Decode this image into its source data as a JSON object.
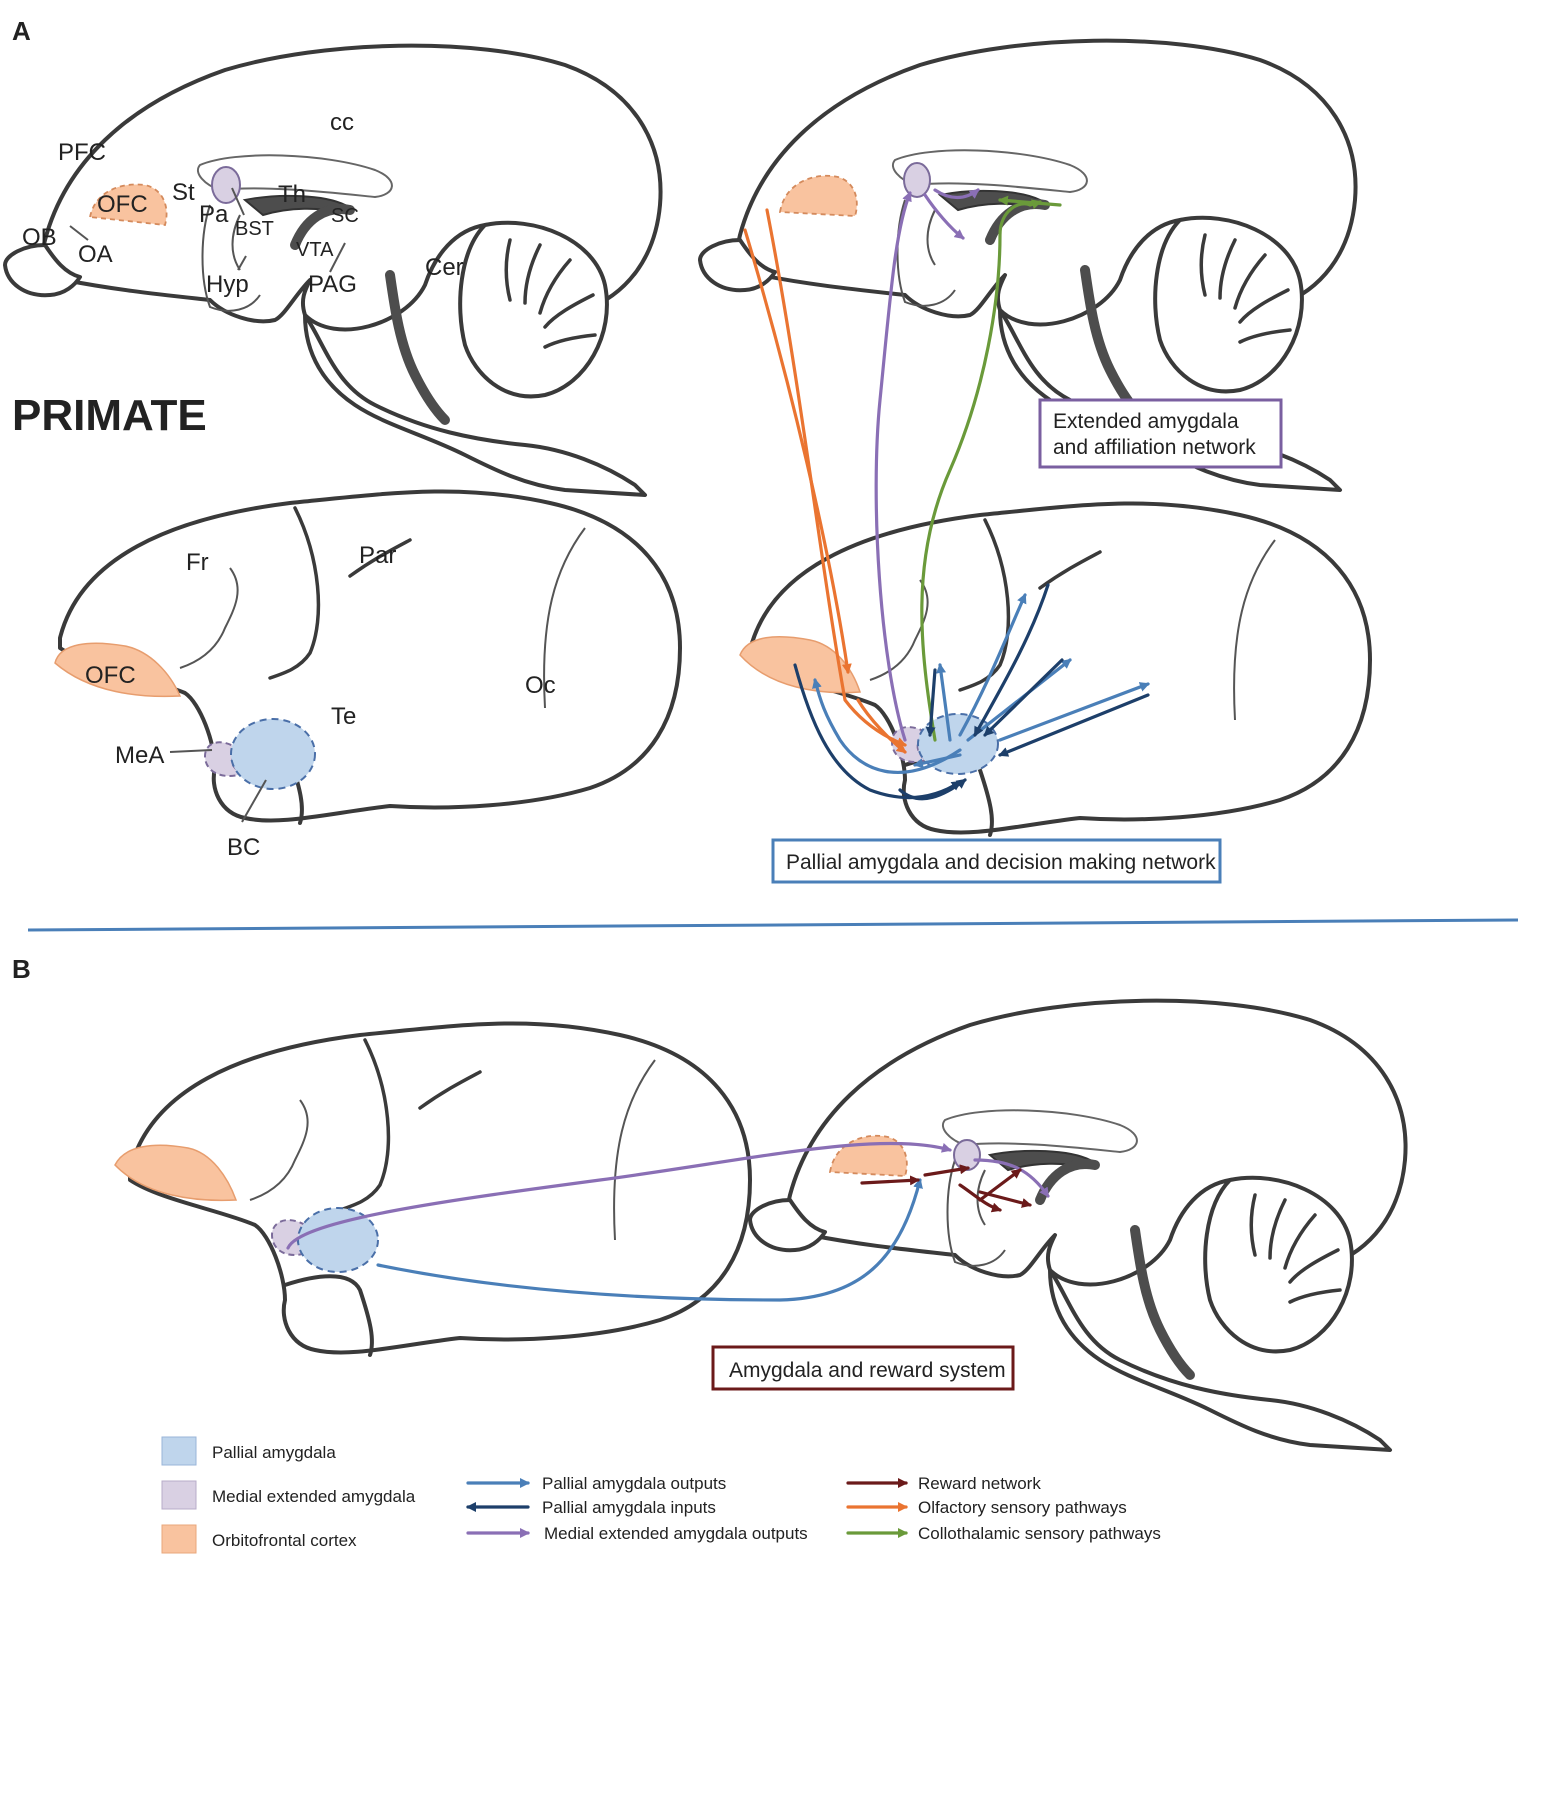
{
  "panels": {
    "a": "A",
    "b": "B"
  },
  "species_label": "PRIMATE",
  "rodent_labels": {
    "pfc": "PFC",
    "cc": "cc",
    "st": "St",
    "th": "Th",
    "ofc": "OFC",
    "pa": "Pa",
    "bst": "BST",
    "sc": "SC",
    "ob": "OB",
    "oa": "OA",
    "vta": "VTA",
    "cer": "Cer",
    "hyp": "Hyp",
    "pag": "PAG"
  },
  "primate_labels": {
    "fr": "Fr",
    "par": "Par",
    "ofc": "OFC",
    "oc": "Oc",
    "te": "Te",
    "mea": "MeA",
    "bc": "BC"
  },
  "network_boxes": {
    "extended_line1": "Extended amygdala",
    "extended_line2": "and affiliation network",
    "pallial": "Pallial amygdala and decision making network",
    "reward": "Amygdala and reward system"
  },
  "legend": {
    "regions": [
      "Pallial amygdala",
      "Medial extended amygdala",
      "Orbitofrontal cortex"
    ],
    "arrows_left": [
      "Pallial amygdala outputs",
      "Pallial amygdala inputs",
      "Medial extended amygdala outputs"
    ],
    "arrows_right": [
      "Reward network",
      "Olfactory sensory pathways",
      "Collothalamic sensory pathways"
    ]
  },
  "colors": {
    "pallial_fill": "#bfd5ec",
    "medial_fill": "#d9d0e3",
    "ofc_fill": "#f9c39f",
    "pallial_outputs": "#4a7fb8",
    "pallial_inputs": "#1d3f6a",
    "medial_outputs": "#8a6fb5",
    "reward": "#6b1a1a",
    "olfactory": "#ea7431",
    "collothalamic": "#6a9a3a",
    "extended_box": "#7a5fa0",
    "pallial_box": "#4a7fb8",
    "reward_box": "#6b1a1a",
    "divider": "#4a7fb8"
  }
}
